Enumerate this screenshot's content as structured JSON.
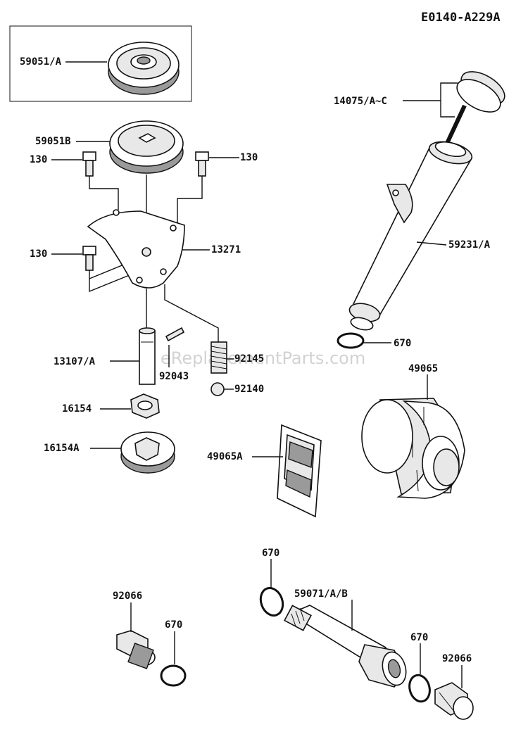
{
  "diagram": {
    "code": "E0140-A229A",
    "watermark": "eReplacementParts.com",
    "labels": {
      "gear_boxed": "59051/A",
      "gear": "59051B",
      "bolt_left_top": "130",
      "bolt_right_top": "130",
      "bolt_left_mid": "130",
      "plate": "13271",
      "shaft": "13107/A",
      "pin": "92043",
      "spring": "92145",
      "ball": "92140",
      "rotor_inner": "16154",
      "rotor_outer": "16154A",
      "cap": "14075/A~C",
      "tube": "59231/A",
      "oring_tube": "670",
      "filter": "49065",
      "screen": "49065A",
      "oring_mid": "670",
      "pipe": "59071/A/B",
      "plug_left": "92066",
      "oring_left": "670",
      "oring_right": "670",
      "plug_right": "92066"
    }
  }
}
